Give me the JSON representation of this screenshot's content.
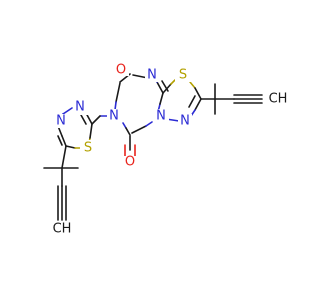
{
  "colors": {
    "carbon": "#1a1a1a",
    "nitrogen": "#2b2bd4",
    "oxygen": "#e8231c",
    "sulfur": "#b3a100",
    "background": "#ffffff"
  },
  "atoms": {
    "o_top": "O",
    "o_bottom": "O",
    "n_ring_top": "N",
    "n_center": "N",
    "n_bridge": "N",
    "n_fused": "N",
    "n_thiad_1": "N",
    "n_thiad_2": "N",
    "s_right": "S",
    "s_left": "S",
    "ch_top": "CH",
    "ch_bottom": "CH"
  }
}
